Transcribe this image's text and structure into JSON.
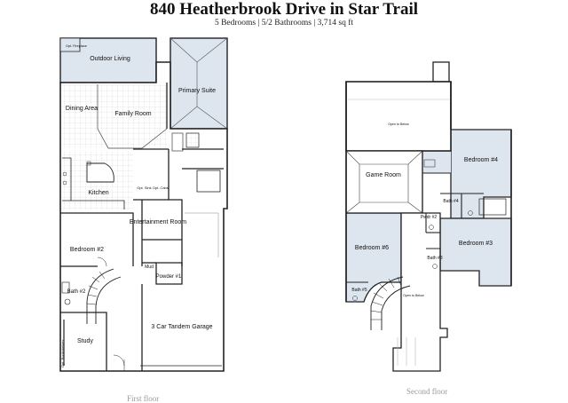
{
  "header": {
    "title": "840 Heatherbrook Drive in Star Trail",
    "subtitle": "5 Bedrooms | 5/2 Bathrooms | 3,714 sq ft"
  },
  "first_floor": {
    "caption": "First floor",
    "rooms": {
      "opt_fireplace": "Opt. Fireplace",
      "outdoor_living": "Outdoor Living",
      "primary_suite": "Primary Suite",
      "dining_area": "Dining Area",
      "family_room": "Family Room",
      "kitchen": "Kitchen",
      "opt_sink": "Opt. Sink Opt. Cabs",
      "entertainment_room": "Entertainment Room",
      "bedroom2": "Bedroom #2",
      "mud": "Mud",
      "powder1": "Powder #1",
      "bath2": "Bath #2",
      "study": "Study",
      "opt_bookshelves": "Opt. Bookshelves",
      "garage": "3 Car Tandem Garage"
    }
  },
  "second_floor": {
    "caption": "Second floor",
    "rooms": {
      "open_below_top": "Open to Below",
      "game_room": "Game Room",
      "bedroom4": "Bedroom #4",
      "bath4": "Bath #4",
      "pwdr2": "Pwdr #2",
      "bedroom6": "Bedroom #6",
      "bedroom3": "Bedroom #3",
      "bath3": "Bath #3",
      "bath5": "Bath #5",
      "open_below_stair": "Open to Below"
    }
  },
  "colors": {
    "wall": "#222222",
    "highlight_fill": "#dde5ee",
    "grid": "#bcc6d0",
    "caption": "#9a9a9a"
  }
}
